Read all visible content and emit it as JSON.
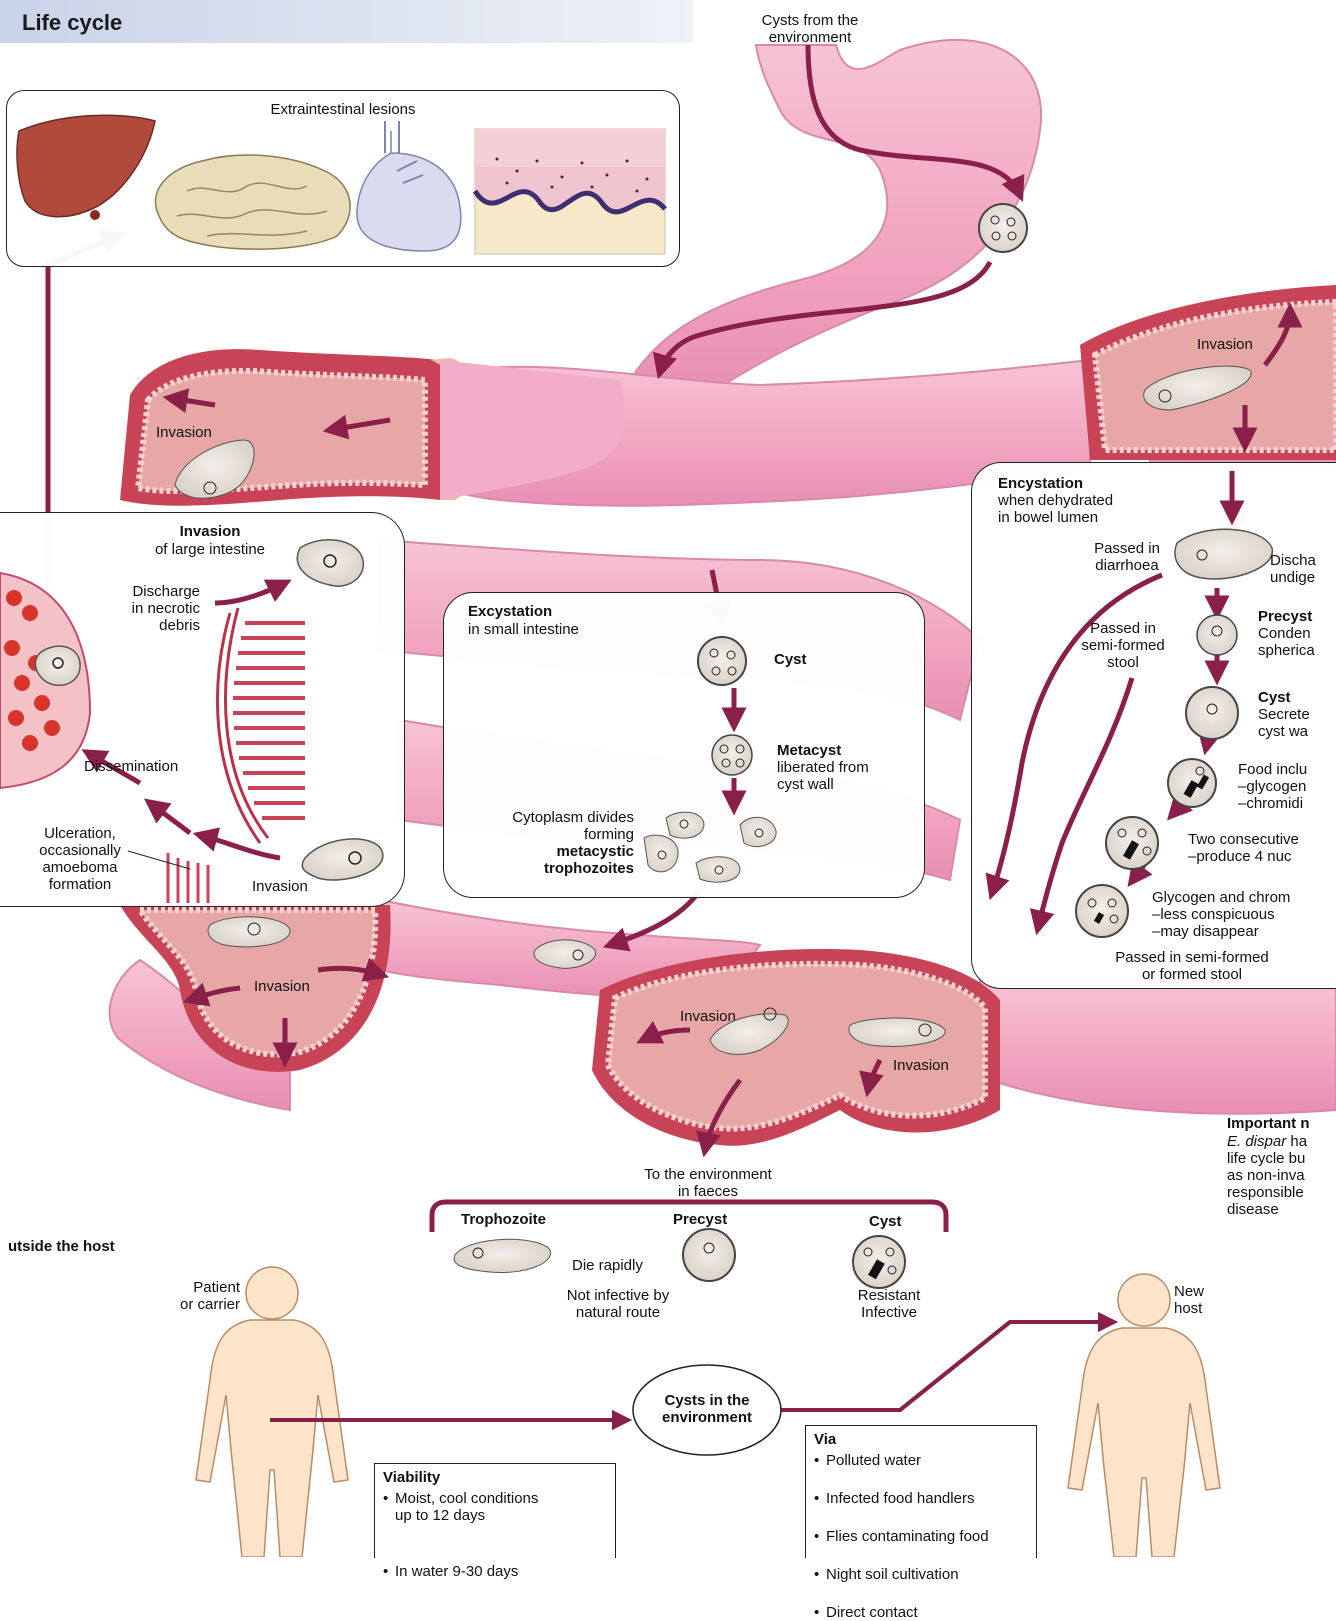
{
  "header": {
    "title": "Life cycle"
  },
  "top": {
    "cysts_from_env": "Cysts from the\nenvironment",
    "extraintestinal_title": "Extraintestinal lesions"
  },
  "invasion_labels": {
    "left_colon": "Invasion",
    "right_colon": "Invasion",
    "lower_left": "Invasion",
    "bottom_a": "Invasion",
    "bottom_b": "Invasion"
  },
  "left_panel": {
    "title": "Invasion",
    "subtitle": "of large intestine",
    "discharge": "Discharge\nin necrotic\ndebris",
    "dissemination": "Dissemination",
    "ulceration": "Ulceration,\noccasionally\namoeboma\nformation",
    "invasion": "Invasion"
  },
  "middle_panel": {
    "title": "Excystation",
    "subtitle": "in small intestine",
    "cyst": "Cyst",
    "metacyst_title": "Metacyst",
    "metacyst_desc": "liberated from\ncyst wall",
    "cytoplasm": "Cytoplasm divides\nforming",
    "metacystic": "metacystic\ntrophozoites"
  },
  "right_panel": {
    "title": "Encystation",
    "subtitle": "when dehydrated\nin bowel lumen",
    "passed_diarrhoea": "Passed in\ndiarrhoea",
    "discharge_partial": "Discha\nundige",
    "passed_semiformed": "Passed in\nsemi-formed\nstool",
    "precyst_title": "Precyst",
    "precyst_desc": "Conden\nspherica",
    "cyst_title": "Cyst",
    "cyst_desc": "Secrete\ncyst wa",
    "food": "Food inclu\n–glycogen\n–chromidi",
    "two_consecutive": "Two consecutive\n–produce 4 nuc",
    "glycogen": "Glycogen and chrom\n–less conspicuous\n–may disappear",
    "passed_formed": "Passed in semi-formed\nor formed stool"
  },
  "important_note": {
    "title": "Important n",
    "line1_italic": "E. dispar",
    "line1_rest": " ha",
    "rest": "life cycle bu\nas non-inva\nresponsible\ndisease"
  },
  "environment": {
    "to_env": "To the environment\nin faeces",
    "trophozoite": "Trophozoite",
    "precyst": "Precyst",
    "cyst": "Cyst",
    "die_rapidly": "Die rapidly",
    "not_infective": "Not infective by\nnatural route",
    "resistant": "Resistant\nInfective"
  },
  "outside": {
    "heading": "utside the host",
    "patient": "Patient\nor carrier",
    "new_host": "New\nhost",
    "cysts_in_env": "Cysts in the\nenvironment",
    "viability_title": "Viability",
    "viability_items": [
      "Moist, cool conditions\nup to 12 days",
      "In water 9-30 days"
    ],
    "via_title": "Via",
    "via_items": [
      "Polluted water",
      "Infected food handlers",
      "Flies contaminating food",
      "Night soil cultivation",
      "Direct contact"
    ]
  },
  "colors": {
    "arrow": "#8a1f4a",
    "gut": "#f3b6cc",
    "gut_dark": "#c24b6e",
    "wall": "#b8324a",
    "wall_inner": "#e8a4a0",
    "cell": "#e9e4de"
  },
  "icons": [
    "liver-icon",
    "brain-icon",
    "lung-icon",
    "skin-icon",
    "cyst-icon",
    "trophozoite-icon",
    "human-figure-icon"
  ]
}
